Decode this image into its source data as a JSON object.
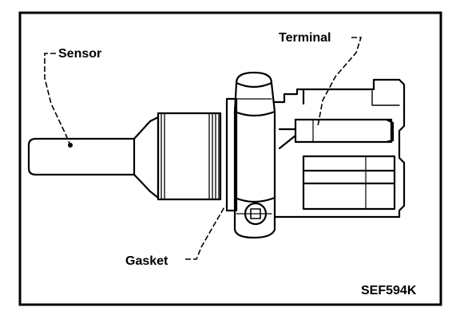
{
  "diagram": {
    "labels": {
      "sensor": "Sensor",
      "terminal": "Terminal",
      "gasket": "Gasket",
      "figure_code": "SEF594K"
    }
  }
}
